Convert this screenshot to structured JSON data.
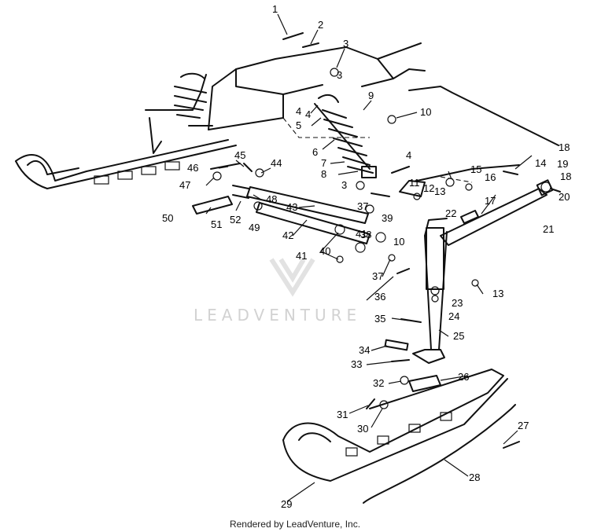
{
  "watermark": {
    "text": "LEADVENTURE"
  },
  "footer": {
    "credit": "Rendered by LeadVenture, Inc."
  },
  "callouts": [
    "1",
    "2",
    "3",
    "4",
    "5",
    "6",
    "7",
    "8",
    "9",
    "10",
    "11",
    "12",
    "13",
    "14",
    "15",
    "16",
    "17",
    "18",
    "19",
    "20",
    "21",
    "22",
    "23",
    "24",
    "25",
    "26",
    "27",
    "28",
    "29",
    "30",
    "31",
    "32",
    "33",
    "34",
    "35",
    "36",
    "37",
    "38",
    "39",
    "40",
    "41",
    "42",
    "43",
    "44",
    "45",
    "46",
    "47",
    "48",
    "49",
    "50",
    "51",
    "52"
  ]
}
